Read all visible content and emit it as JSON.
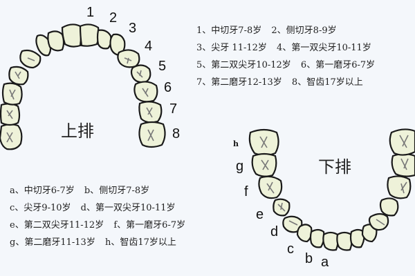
{
  "colors": {
    "background": "#f4f7fb",
    "tooth_fill": "#eef2d9",
    "tooth_outline": "#1a1a1a",
    "text": "#222222"
  },
  "upper_arch": {
    "title": "上排",
    "tooth_labels": [
      "1",
      "2",
      "3",
      "4",
      "5",
      "6",
      "7",
      "8"
    ],
    "legend": [
      {
        "key": "1、",
        "name": "中切牙",
        "age": "7-8岁"
      },
      {
        "key": "2、",
        "name": "侧切牙",
        "age": "8-9岁"
      },
      {
        "key": "3、",
        "name": "尖牙",
        "age": " 11-12岁"
      },
      {
        "key": "4、",
        "name": "第一双尖牙",
        "age": "10-11岁"
      },
      {
        "key": "5、",
        "name": "第二双尖牙",
        "age": "10-12岁"
      },
      {
        "key": "6、",
        "name": "第一磨牙",
        "age": "6-7岁"
      },
      {
        "key": "7、",
        "name": "第二磨牙",
        "age": "12-13岁"
      },
      {
        "key": "8、",
        "name": "智齿",
        "age": "17岁以上"
      }
    ]
  },
  "lower_arch": {
    "title": "下排",
    "tooth_labels": [
      "a",
      "b",
      "c",
      "d",
      "e",
      "f",
      "g",
      "h"
    ],
    "legend": [
      {
        "key": "a、",
        "name": "中切牙",
        "age": "6-7岁"
      },
      {
        "key": "b、",
        "name": "侧切牙",
        "age": "7-8岁"
      },
      {
        "key": "c、",
        "name": "尖牙",
        "age": "9-10岁"
      },
      {
        "key": "d、",
        "name": "第一双尖牙",
        "age": "10-11岁"
      },
      {
        "key": "e、",
        "name": "第二双尖牙",
        "age": "11-12岁"
      },
      {
        "key": "f、",
        "name": "第一磨牙",
        "age": "6-7岁"
      },
      {
        "key": "g、",
        "name": "第二磨牙",
        "age": "11-13岁"
      },
      {
        "key": "h、",
        "name": "智齿",
        "age": "17岁以上"
      }
    ]
  }
}
